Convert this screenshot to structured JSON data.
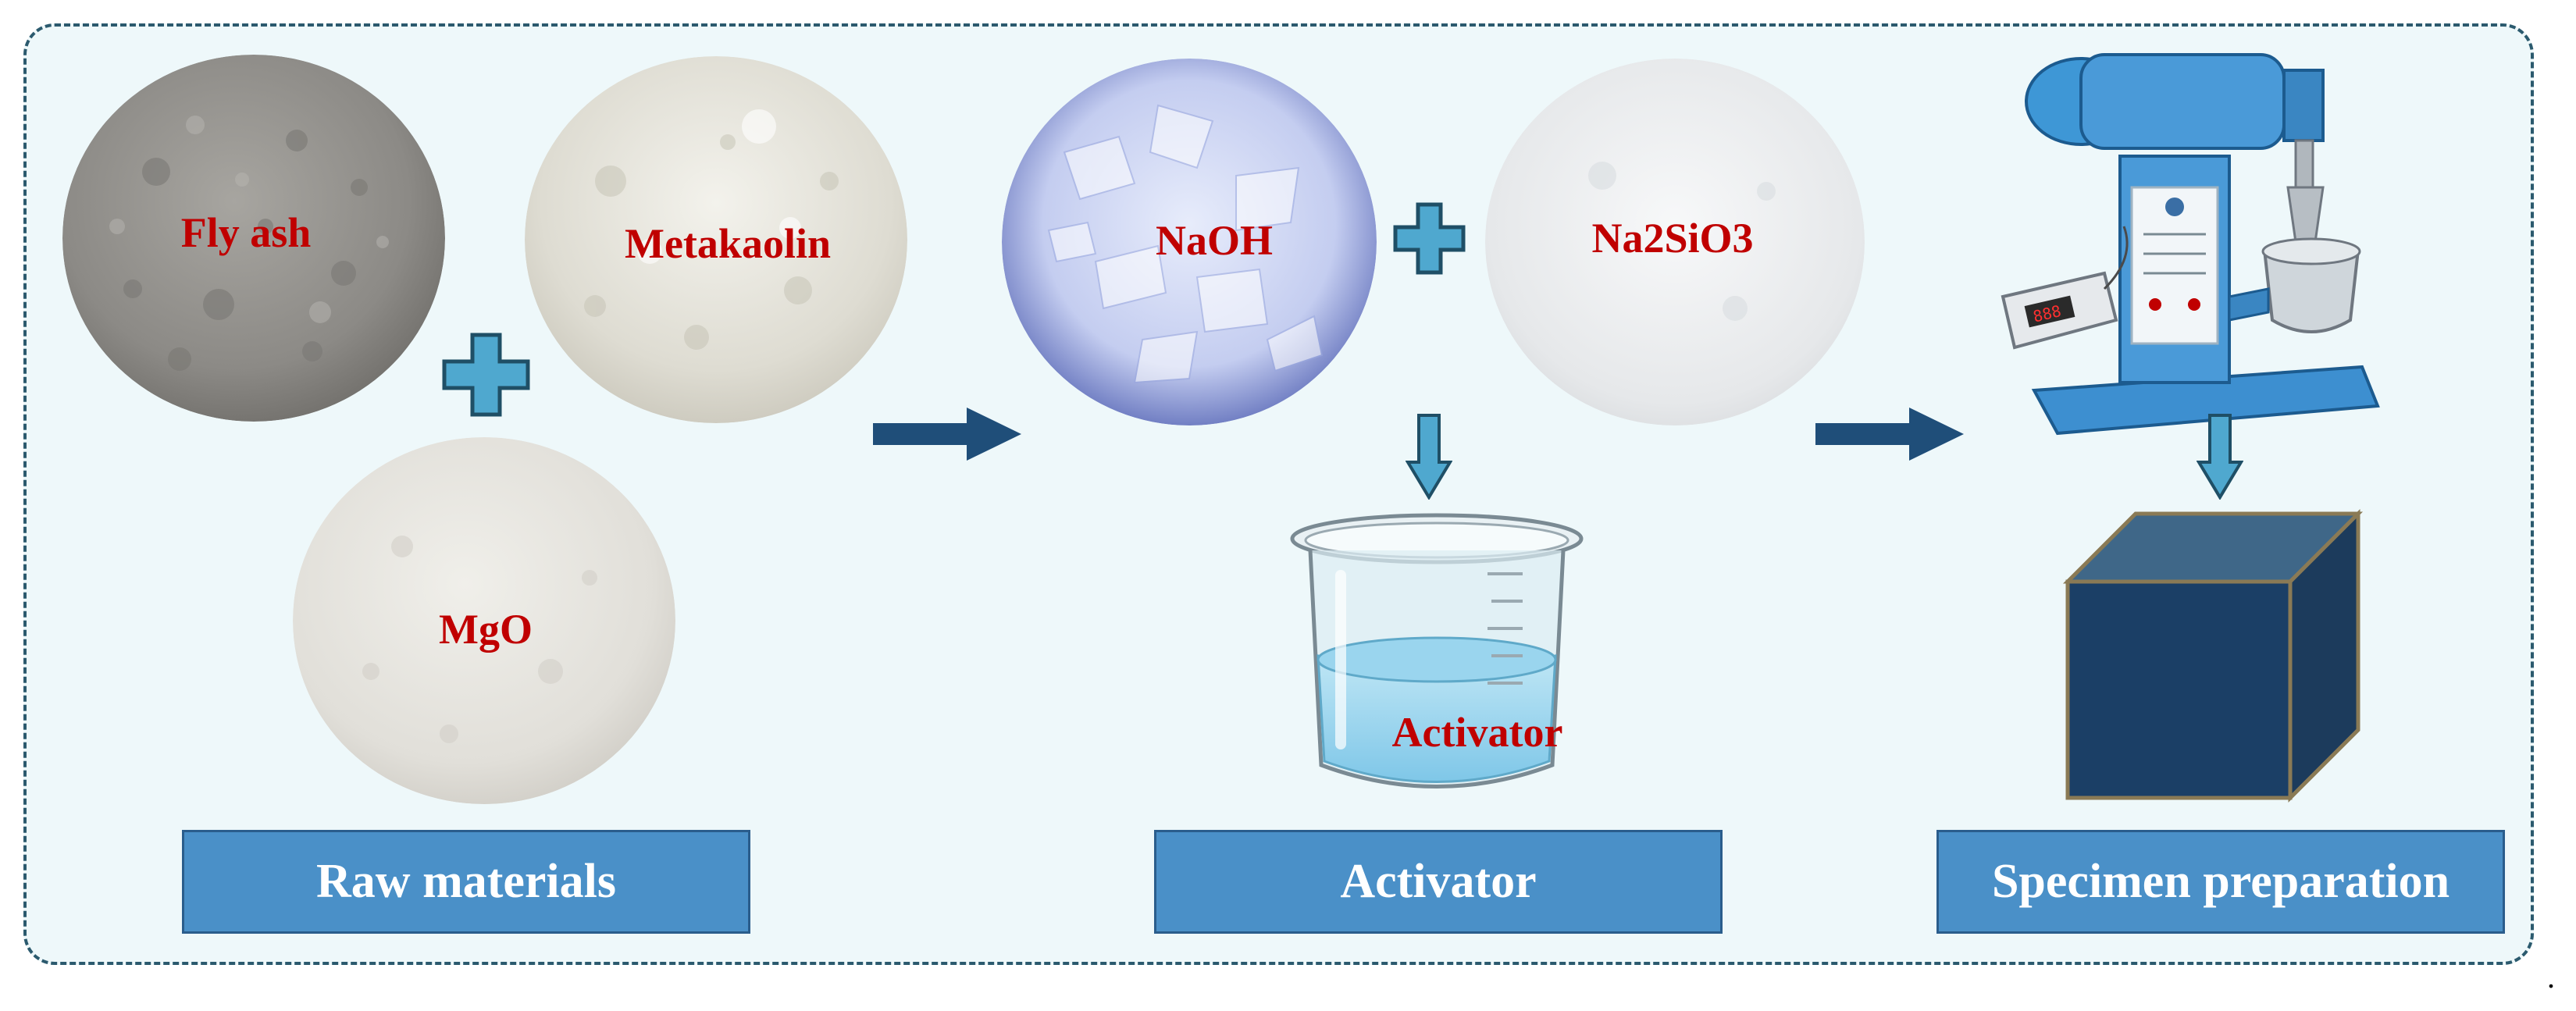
{
  "raw_materials": {
    "items": [
      {
        "label": "Fly ash"
      },
      {
        "label": "Metakaolin"
      },
      {
        "label": "MgO"
      }
    ],
    "stage_label": "Raw materials"
  },
  "activator": {
    "items": [
      {
        "label": "NaOH"
      },
      {
        "label": "Na2SiO3"
      }
    ],
    "beaker_label": "Activator",
    "stage_label": "Activator"
  },
  "specimen": {
    "stage_label": "Specimen preparation"
  },
  "trailing_mark": "."
}
